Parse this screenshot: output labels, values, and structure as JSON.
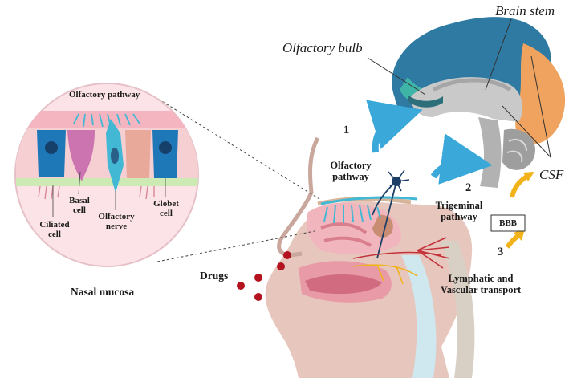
{
  "labels": {
    "brain_stem": "Brain stem",
    "olfactory_bulb": "Olfactory bulb",
    "csf": "CSF",
    "olfactory_pathway_inset": "Olfactory pathway",
    "basal_cell": "Basal cell",
    "ciliated_cell": "Ciliated cell",
    "olfactory_nerve": "Olfactory nerve",
    "globet_cell": "Globet cell",
    "nasal_mucosa": "Nasal mucosa",
    "drugs": "Drugs",
    "route1_number": "1",
    "route1_name": "Olfactory pathway",
    "route2_number": "2",
    "route2_name": "Trigeminal pathway",
    "route3_number": "3",
    "route3_name": "Lymphatic and Vascular transport",
    "bbb": "BBB"
  },
  "colors": {
    "pathway_arrow": "#3aa8d8",
    "vascular_arrow": "#f2b21a",
    "cortex": "#2f7aa3",
    "frontal_lobe": "#3fb5a8",
    "occipital_lobe": "#f0a35e",
    "mucosa": "#f1b6bd",
    "skin": "#e7c7bd",
    "nerve": "#43b8d4"
  }
}
